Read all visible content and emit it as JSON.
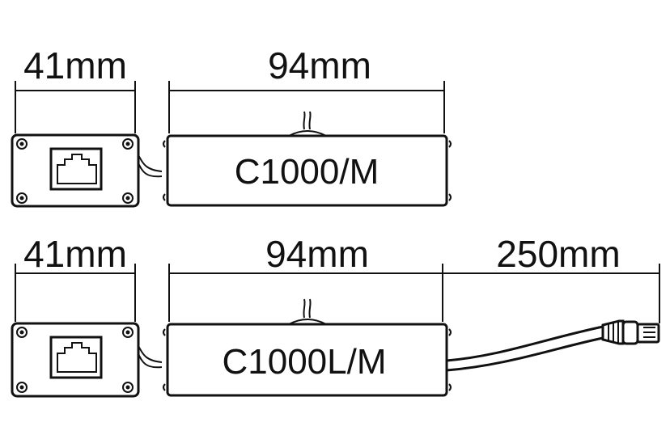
{
  "top_row": {
    "side_width_label": "41mm",
    "body_length_label": "94mm",
    "model_label": "C1000/M"
  },
  "bottom_row": {
    "side_width_label": "41mm",
    "body_length_label": "94mm",
    "cable_length_label": "250mm",
    "model_label": "C1000L/M"
  }
}
